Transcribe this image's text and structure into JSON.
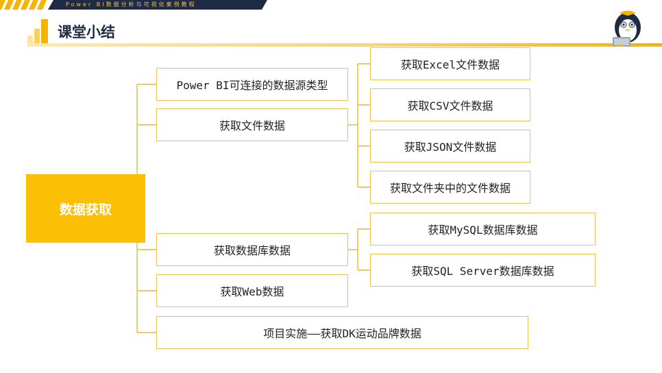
{
  "header": {
    "course_tag": "Power BI数据分析与可视化案例教程",
    "title": "课堂小结",
    "accent_color": "#fbbf06",
    "dark_color": "#1f2a44"
  },
  "diagram": {
    "root": "数据获取",
    "level1": [
      "Power BI可连接的数据源类型",
      "获取文件数据",
      "获取数据库数据",
      "获取Web数据",
      "项目实施——获取DK运动品牌数据"
    ],
    "file_children": [
      "获取Excel文件数据",
      "获取CSV文件数据",
      "获取JSON文件数据",
      "获取文件夹中的文件数据"
    ],
    "db_children": [
      "获取MySQL数据库数据",
      "获取SQL Server数据库数据"
    ]
  }
}
